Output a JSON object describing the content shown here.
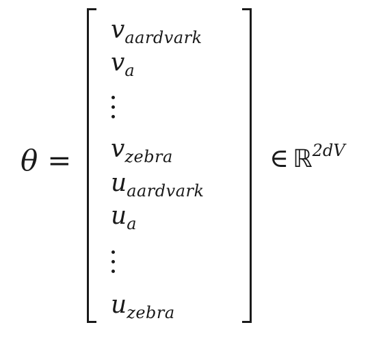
{
  "equation": {
    "lhs_symbol": "θ",
    "equals": "=",
    "vector": {
      "items": [
        {
          "base": "v",
          "sub": "aardvark"
        },
        {
          "base": "v",
          "sub": "a"
        },
        {
          "base": "u",
          "sub": "aardvark"
        },
        {
          "base": "u",
          "sub": "a"
        }
      ],
      "last_v": {
        "base": "v",
        "sub": "zebra"
      },
      "last_u": {
        "base": "u",
        "sub": "zebra"
      }
    },
    "rhs": {
      "element_of": "∈",
      "set": "ℝ",
      "exponent": "2dV"
    }
  }
}
